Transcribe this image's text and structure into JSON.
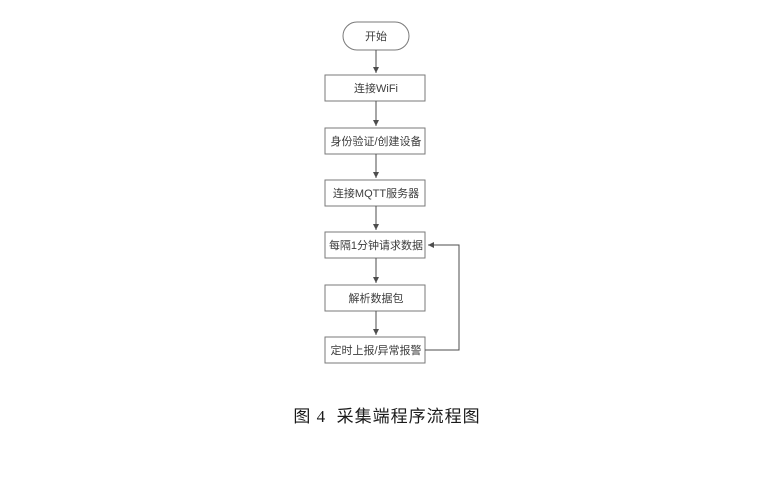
{
  "figure": {
    "caption": "图 4  采集端程序流程图"
  },
  "diagram": {
    "type": "flowchart",
    "nodes": [
      {
        "id": "start",
        "type": "terminator",
        "label": "开始"
      },
      {
        "id": "connect-wifi",
        "type": "process",
        "label": "连接WiFi"
      },
      {
        "id": "auth-create-device",
        "type": "process",
        "label": "身份验证/创建设备"
      },
      {
        "id": "connect-mqtt",
        "type": "process",
        "label": "连接MQTT服务器"
      },
      {
        "id": "request-data",
        "type": "process",
        "label": "每隔1分钟请求数据"
      },
      {
        "id": "parse-packet",
        "type": "process",
        "label": "解析数据包"
      },
      {
        "id": "report-alarm",
        "type": "process",
        "label": "定时上报/异常报警"
      }
    ],
    "edges": [
      {
        "from": "start",
        "to": "connect-wifi"
      },
      {
        "from": "connect-wifi",
        "to": "auth-create-device"
      },
      {
        "from": "auth-create-device",
        "to": "connect-mqtt"
      },
      {
        "from": "connect-mqtt",
        "to": "request-data"
      },
      {
        "from": "request-data",
        "to": "parse-packet"
      },
      {
        "from": "parse-packet",
        "to": "report-alarm"
      },
      {
        "from": "report-alarm",
        "to": "request-data",
        "style": "loop-right"
      }
    ],
    "colors": {
      "node_border": "#7a7a7a",
      "node_text": "#3d3d3d",
      "arrow": "#4d4d4d",
      "background": "#ffffff"
    }
  }
}
